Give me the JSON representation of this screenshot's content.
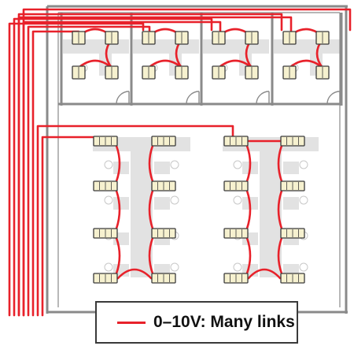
{
  "legend": {
    "label": "0–10V: Many links",
    "color": "#e8212a"
  },
  "colors": {
    "wire": "#e8212a",
    "wall": "#8a8a8a",
    "furniture": "#e2e2e2",
    "fixture_fill": "#f6f1cf",
    "fixture_stroke": "#3a3a3a"
  },
  "layout": {
    "private_offices": 4,
    "fixtures_per_office": 4,
    "open_office_columns": 4,
    "open_office_rows": 4
  }
}
